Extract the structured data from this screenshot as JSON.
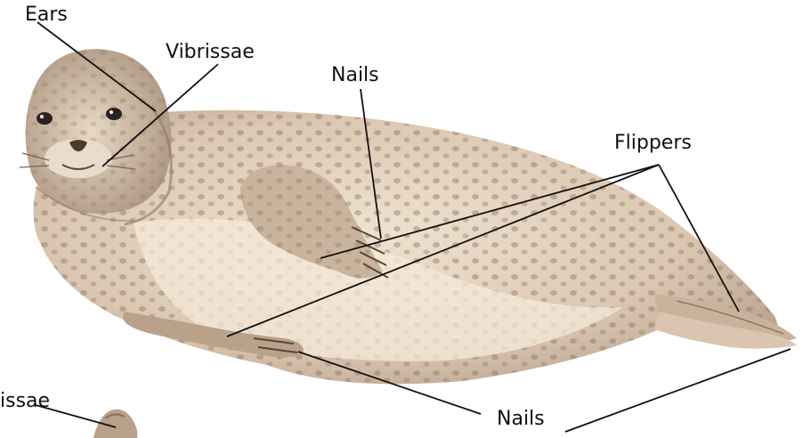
{
  "labels": {
    "ears": "Ears",
    "vibrissae_top": "Vibrissae",
    "nails_top": "Nails",
    "flippers": "Flippers",
    "vibrissae_bottom_partial": "issae",
    "nails_bottom": "Nails"
  },
  "colors": {
    "background": "#ffffff",
    "label_text": "#111111",
    "leader_line": "#111111",
    "fur_base": "#cdb9a3",
    "fur_belly": "#efe2d0",
    "fur_spots": "#8d7866"
  }
}
